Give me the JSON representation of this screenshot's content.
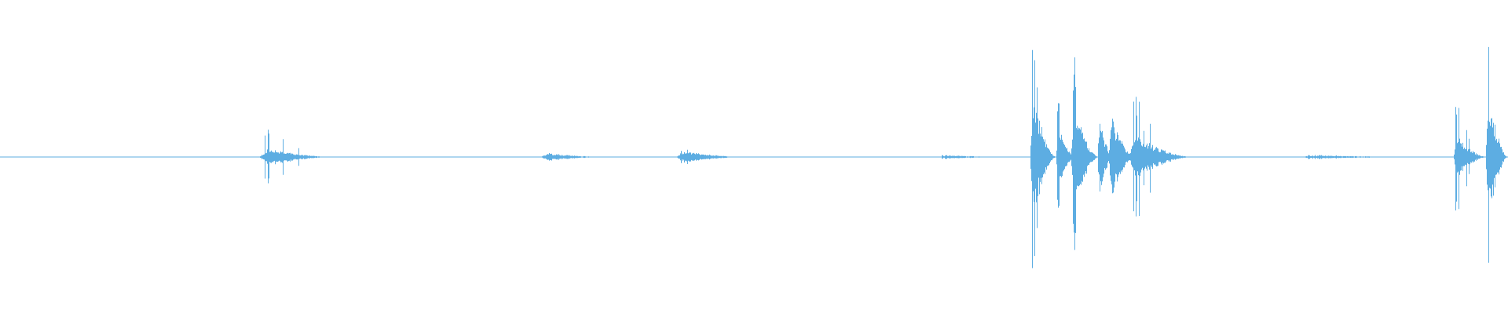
{
  "waveform": {
    "color": "#5dade2",
    "background": "#ffffff",
    "segments": [
      {
        "start": 0.172,
        "end": 0.22,
        "peak": 0.2,
        "body": 0.06
      },
      {
        "start": 0.358,
        "end": 0.404,
        "peak": 0.03,
        "body": 0.025
      },
      {
        "start": 0.448,
        "end": 0.494,
        "peak": 0.05,
        "body": 0.04
      },
      {
        "start": 0.622,
        "end": 0.672,
        "peak": 0.015,
        "body": 0.012
      },
      {
        "start": 0.683,
        "end": 0.7,
        "peak": 0.88,
        "body": 0.45
      },
      {
        "start": 0.7,
        "end": 0.712,
        "peak": 0.45,
        "body": 0.25
      },
      {
        "start": 0.71,
        "end": 0.728,
        "peak": 0.7,
        "body": 0.38
      },
      {
        "start": 0.728,
        "end": 0.738,
        "peak": 0.55,
        "body": 0.28
      },
      {
        "start": 0.735,
        "end": 0.752,
        "peak": 0.82,
        "body": 0.3
      },
      {
        "start": 0.748,
        "end": 0.79,
        "peak": 0.42,
        "body": 0.15
      },
      {
        "start": 0.86,
        "end": 0.964,
        "peak": 0.015,
        "body": 0.01
      },
      {
        "start": 0.964,
        "end": 0.985,
        "peak": 0.4,
        "body": 0.15
      },
      {
        "start": 0.985,
        "end": 1.0,
        "peak": 0.85,
        "body": 0.45
      }
    ]
  }
}
